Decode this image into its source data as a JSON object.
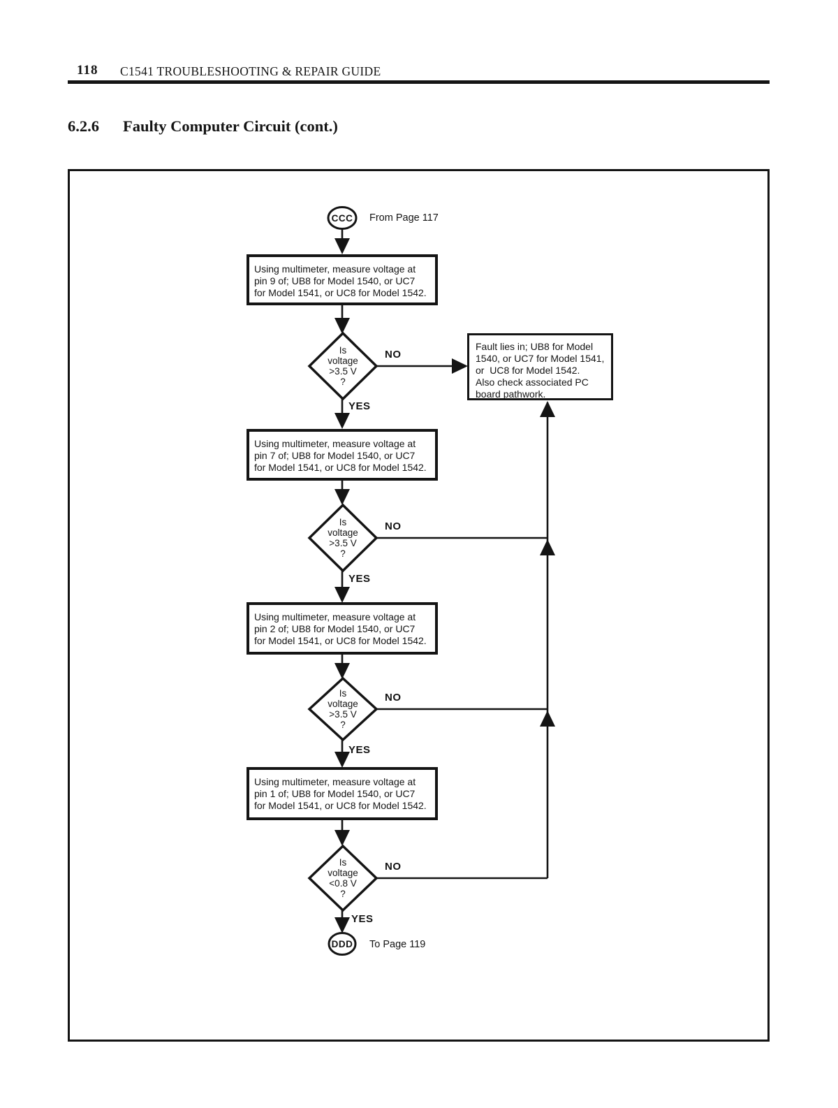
{
  "page": {
    "page_number": "118",
    "header_title": "C1541 TROUBLESHOOTING & REPAIR GUIDE",
    "section_number": "6.2.6",
    "section_title": "Faulty Computer Circuit (cont.)"
  },
  "flowchart": {
    "start": {
      "label": "CCC",
      "caption": "From Page 117"
    },
    "end": {
      "label": "DDD",
      "caption": "To Page 119"
    },
    "process_boxes": [
      {
        "text": "Using multimeter, measure voltage at\npin 9 of; UB8 for Model 1540, or UC7\nfor Model 1541, or UC8 for Model 1542."
      },
      {
        "text": "Using multimeter, measure voltage at\npin 7 of; UB8 for Model 1540, or UC7\nfor Model 1541, or UC8 for Model 1542."
      },
      {
        "text": "Using multimeter, measure voltage at\npin 2 of; UB8 for Model 1540, or UC7\nfor Model 1541, or UC8 for Model 1542."
      },
      {
        "text": "Using multimeter, measure voltage at\npin 1 of; UB8 for Model 1540, or UC7\nfor Model 1541, or UC8 for Model 1542."
      }
    ],
    "decisions": [
      {
        "text": "Is\nvoltage\n>3.5 V\n?",
        "no": "NO",
        "yes": "YES"
      },
      {
        "text": "Is\nvoltage\n>3.5 V\n?",
        "no": "NO",
        "yes": "YES"
      },
      {
        "text": "Is\nvoltage\n>3.5 V\n?",
        "no": "NO",
        "yes": "YES"
      },
      {
        "text": "Is\nvoltage\n<0.8 V\n?",
        "no": "NO",
        "yes": "YES"
      }
    ],
    "fault_box": {
      "text": "Fault lies in; UB8 for Model\n1540, or UC7 for Model 1541,\nor  UC8 for Model 1542.\nAlso check associated PC\nboard pathwork."
    }
  },
  "colors": {
    "ink": "#141414",
    "paper": "#ffffff"
  }
}
